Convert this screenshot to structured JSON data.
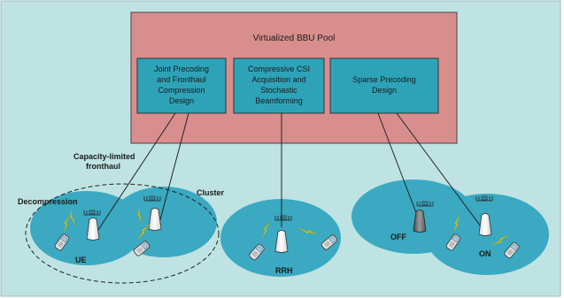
{
  "bbu_pool": {
    "title": "Virtualized BBU Pool"
  },
  "modules": [
    {
      "lines": [
        "Joint Precoding",
        "and Fronthaul",
        "Compression",
        "Design"
      ]
    },
    {
      "lines": [
        "Compressive CSI",
        "Acquisition and",
        "Stochastic",
        "Beamforming"
      ]
    },
    {
      "lines": [
        "Sparse Precoding",
        "Design"
      ]
    }
  ],
  "labels": {
    "capacity_line1": "Capacity-limited",
    "capacity_line2": "fronthaul",
    "decompression": "Decompression",
    "cluster": "Cluster",
    "ue": "UE",
    "rrh": "RRH",
    "off": "OFF",
    "on": "ON"
  },
  "colors": {
    "background": "#bfe3e3",
    "bbu_fill": "#d98e8e",
    "module_fill": "#2ea3b8",
    "cell_fill": "#3aa9c1",
    "off_tower": "#7a7a7a",
    "lightning": "#f2cc00"
  },
  "icons": [
    "rrh-tower-icon",
    "phone-icon",
    "lightning-icon",
    "antenna-array-icon"
  ]
}
